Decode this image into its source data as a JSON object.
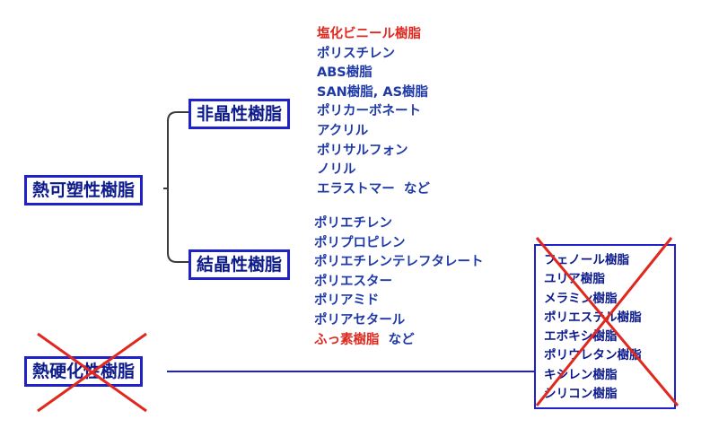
{
  "thermoplastic": {
    "label": "熱可塑性樹脂",
    "amorphous": {
      "label": "非晶性樹脂",
      "items": [
        {
          "text": "塩化ビニール樹脂",
          "suffix": "",
          "highlight": true
        },
        {
          "text": "ポリスチレン",
          "suffix": "",
          "highlight": false
        },
        {
          "text": "ABS樹脂",
          "suffix": "",
          "highlight": false
        },
        {
          "text": "SAN樹脂, AS樹脂",
          "suffix": "",
          "highlight": false
        },
        {
          "text": "ポリカーボネート",
          "suffix": "",
          "highlight": false
        },
        {
          "text": "アクリル",
          "suffix": "",
          "highlight": false
        },
        {
          "text": "ポリサルフォン",
          "suffix": "",
          "highlight": false
        },
        {
          "text": "ノリル",
          "suffix": "",
          "highlight": false
        },
        {
          "text": "エラストマー",
          "suffix": "  など",
          "highlight": false
        }
      ]
    },
    "crystalline": {
      "label": "結晶性樹脂",
      "items": [
        {
          "text": "ポリエチレン",
          "suffix": "",
          "highlight": false
        },
        {
          "text": "ポリプロピレン",
          "suffix": "",
          "highlight": false
        },
        {
          "text": "ポリエチレンテレフタレート",
          "suffix": "",
          "highlight": false
        },
        {
          "text": "ポリエスター",
          "suffix": "",
          "highlight": false
        },
        {
          "text": "ポリアミド",
          "suffix": "",
          "highlight": false
        },
        {
          "text": "ポリアセタール",
          "suffix": "",
          "highlight": false
        },
        {
          "text": "ふっ素樹脂",
          "suffix": "  など",
          "highlight": true
        }
      ]
    }
  },
  "thermoset": {
    "label": "熱硬化性樹脂",
    "items": [
      "フェノール樹脂",
      "ユリア樹脂",
      "メラミン樹脂",
      "ポリエステル樹脂",
      "エポキシ樹脂",
      "ポリウレタン樹脂",
      "キシレン樹脂",
      "シリコン樹脂"
    ]
  },
  "colors": {
    "box_border": "#1f22c8",
    "box_text": "#0d1a8c",
    "list_text": "#1f3aa8",
    "highlight": "#e0281e",
    "cross": "#e0281e",
    "connector": "#3a3a3a"
  }
}
